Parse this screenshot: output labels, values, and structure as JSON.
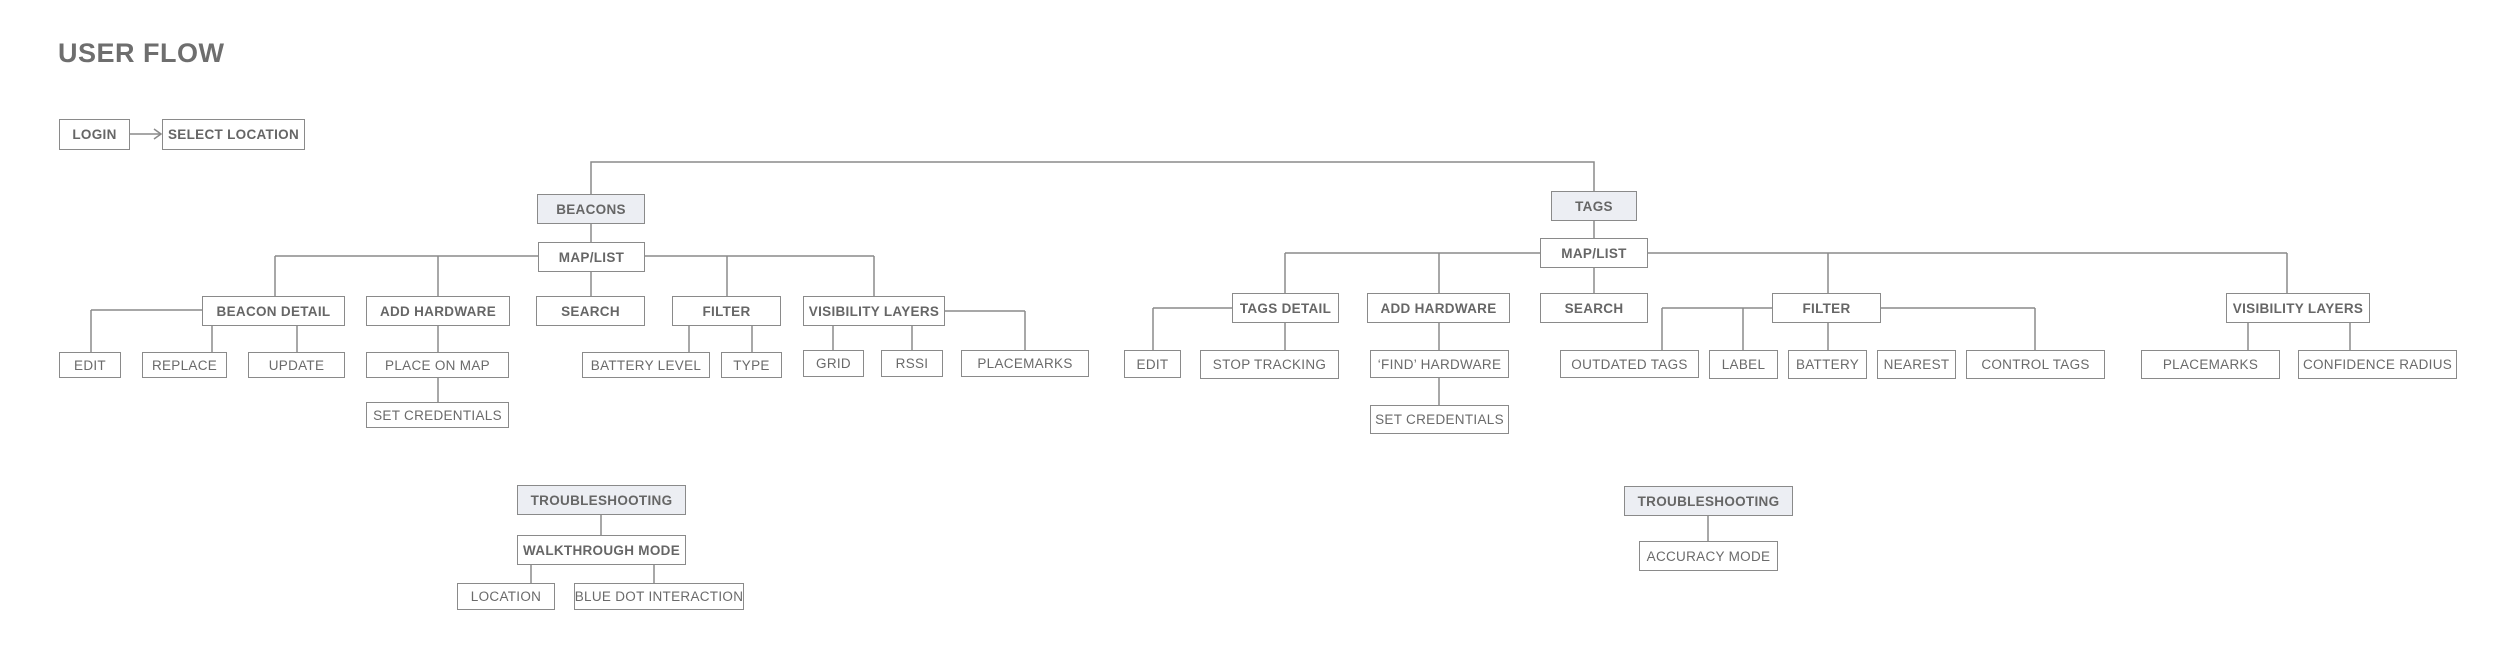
{
  "title": "USER FLOW",
  "nodes": {
    "login": "LOGIN",
    "select_location": "SELECT LOCATION",
    "beacons": "BEACONS",
    "beacons_map_list": "MAP/LIST",
    "beacon_detail": "BEACON DETAIL",
    "beacon_add_hardware": "ADD HARDWARE",
    "beacon_search": "SEARCH",
    "beacon_filter": "FILTER",
    "beacon_visibility_layers": "VISIBILITY LAYERS",
    "beacon_edit": "EDIT",
    "beacon_replace": "REPLACE",
    "beacon_update": "UPDATE",
    "beacon_place_on_map": "PLACE ON MAP",
    "beacon_set_credentials": "SET CREDENTIALS",
    "beacon_battery_level": "BATTERY LEVEL",
    "beacon_type": "TYPE",
    "beacon_grid": "GRID",
    "beacon_rssi": "RSSI",
    "beacon_placemarks": "PLACEMARKS",
    "beacon_troubleshooting": "TROUBLESHOOTING",
    "walkthrough_mode": "WALKTHROUGH MODE",
    "walkthrough_location": "LOCATION",
    "blue_dot_interaction": "BLUE DOT INTERACTION",
    "tags": "TAGS",
    "tags_map_list": "MAP/LIST",
    "tags_detail": "TAGS DETAIL",
    "tags_add_hardware": "ADD HARDWARE",
    "tags_search": "SEARCH",
    "tags_filter": "FILTER",
    "tags_visibility_layers": "VISIBILITY LAYERS",
    "tags_edit": "EDIT",
    "stop_tracking": "STOP TRACKING",
    "find_hardware": "‘FIND’ HARDWARE",
    "tags_set_credentials": "SET CREDENTIALS",
    "outdated_tags": "OUTDATED TAGS",
    "tags_label": "LABEL",
    "tags_battery": "BATTERY",
    "tags_nearest": "NEAREST",
    "control_tags": "CONTROL TAGS",
    "tags_placemarks": "PLACEMARKS",
    "confidence_radius": "CONFIDENCE RADIUS",
    "tags_troubleshooting": "TROUBLESHOOTING",
    "accuracy_mode": "ACCURACY MODE"
  }
}
